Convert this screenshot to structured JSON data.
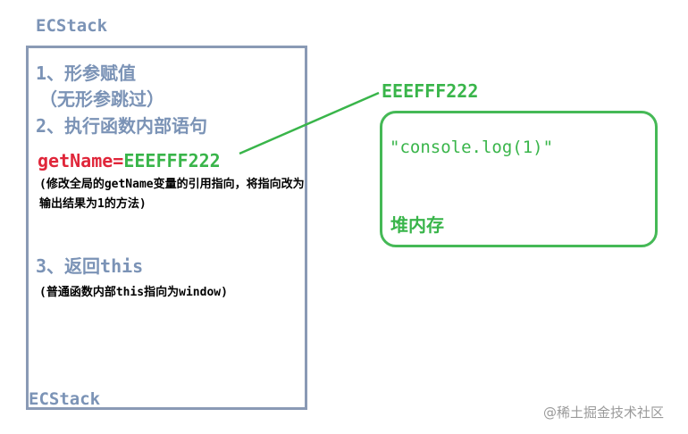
{
  "ecstack": {
    "title_top": "ECStack",
    "title_bottom": "ECStack",
    "step1": "1、形参赋值",
    "step1_note": "（无形参跳过）",
    "step2": "2、执行函数内部语句",
    "assign_var": "getName",
    "assign_eq": "=",
    "assign_addr": "EEEFFF222",
    "note2": "(修改全局的getName变量的引用指向，将指向改为输出结果为1的方法)",
    "step3": "3、返回this",
    "note3": "(普通函数内部this指向为window)"
  },
  "heap": {
    "address": "EEEFFF222",
    "code": "\"console.log(1)\"",
    "label": "堆内存"
  },
  "watermark": "@稀土掘金技术社区",
  "colors": {
    "stack_blue": "#7b93b6",
    "stack_border": "#8a9ab5",
    "red": "#e0263a",
    "green": "#39b54a"
  }
}
